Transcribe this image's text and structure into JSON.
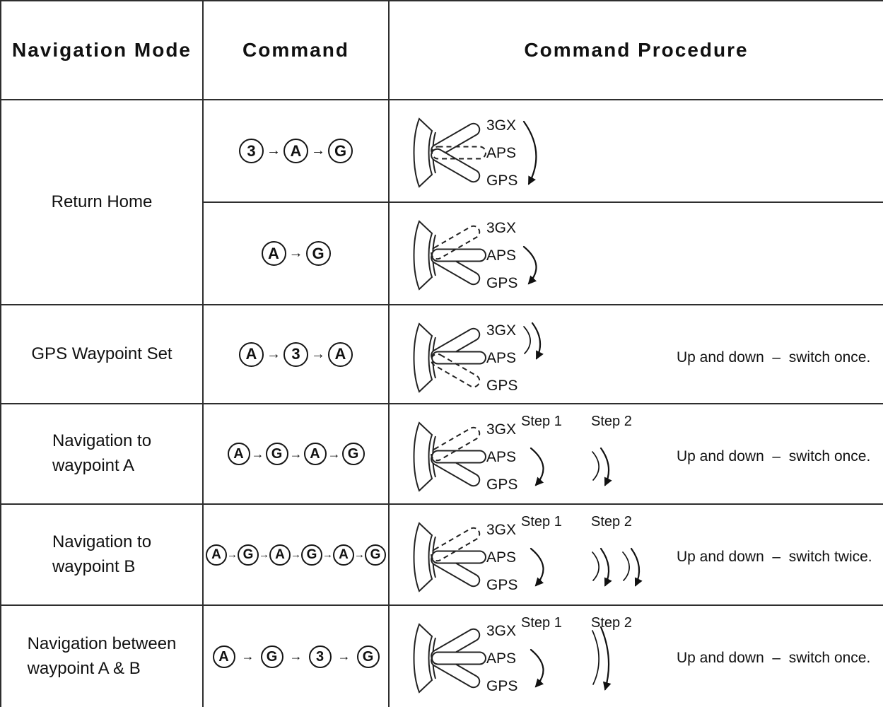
{
  "header": {
    "navigation_mode": "Navigation Mode",
    "command": "Command",
    "command_procedure": "Command Procedure"
  },
  "switch_labels": {
    "top": "3GX",
    "middle": "APS",
    "bottom": "GPS"
  },
  "step_labels": {
    "step1": "Step 1",
    "step2": "Step 2"
  },
  "command_arrow_glyph": "→",
  "colors": {
    "ink": "#111111",
    "line": "#2e2e2e",
    "background": "#ffffff"
  },
  "body_rows": [
    {
      "mode": {
        "lines": [
          "Return Home"
        ],
        "rowspan": 2
      },
      "command": [
        "3",
        "A",
        "G"
      ],
      "procedure": {
        "dashed_position": "APS",
        "steps": false,
        "note": "",
        "arrows": [
          {
            "kind": "single",
            "span": "3GX-GPS",
            "at": "main"
          }
        ]
      }
    },
    {
      "mode": null,
      "command": [
        "A",
        "G"
      ],
      "procedure": {
        "dashed_position": "3GX",
        "steps": false,
        "note": "",
        "arrows": [
          {
            "kind": "single",
            "span": "APS-GPS",
            "at": "main"
          }
        ]
      }
    },
    {
      "mode": {
        "lines": [
          "GPS Waypoint Set"
        ],
        "rowspan": 1
      },
      "command": [
        "A",
        "3",
        "A"
      ],
      "procedure": {
        "dashed_position": "GPS",
        "steps": false,
        "note": "Up and down  –  switch once.",
        "arrows": [
          {
            "kind": "flick",
            "span": "3GX-APS",
            "at": "main"
          }
        ]
      }
    },
    {
      "mode": {
        "lines": [
          "Navigation to",
          "waypoint A"
        ],
        "rowspan": 1
      },
      "command": [
        "A",
        "G",
        "A",
        "G"
      ],
      "procedure": {
        "dashed_position": "3GX",
        "steps": true,
        "note": "Up and down  –  switch once.",
        "arrows": [
          {
            "kind": "single",
            "span": "APS-GPS",
            "at": "step1"
          },
          {
            "kind": "flick",
            "span": "APS-GPS",
            "at": "step2"
          }
        ]
      }
    },
    {
      "mode": {
        "lines": [
          "Navigation to",
          "waypoint B"
        ],
        "rowspan": 1
      },
      "command": [
        "A",
        "G",
        "A",
        "G",
        "A",
        "G"
      ],
      "procedure": {
        "dashed_position": "3GX",
        "steps": true,
        "note": "Up and down  –  switch twice.",
        "arrows": [
          {
            "kind": "single",
            "span": "APS-GPS",
            "at": "step1"
          },
          {
            "kind": "flick",
            "span": "APS-GPS",
            "at": "step2"
          },
          {
            "kind": "flick",
            "span": "APS-GPS",
            "at": "step2b"
          }
        ]
      }
    },
    {
      "mode": {
        "lines": [
          "Navigation between",
          "waypoint A & B"
        ],
        "rowspan": 1
      },
      "command": [
        "A",
        "G",
        "3",
        "G"
      ],
      "procedure": {
        "dashed_position": "none",
        "steps": true,
        "note": "Up and down  –  switch once.",
        "arrows": [
          {
            "kind": "single",
            "span": "APS-GPS",
            "at": "step1"
          },
          {
            "kind": "flick",
            "span": "3GX-GPS",
            "at": "step2"
          }
        ]
      }
    }
  ]
}
